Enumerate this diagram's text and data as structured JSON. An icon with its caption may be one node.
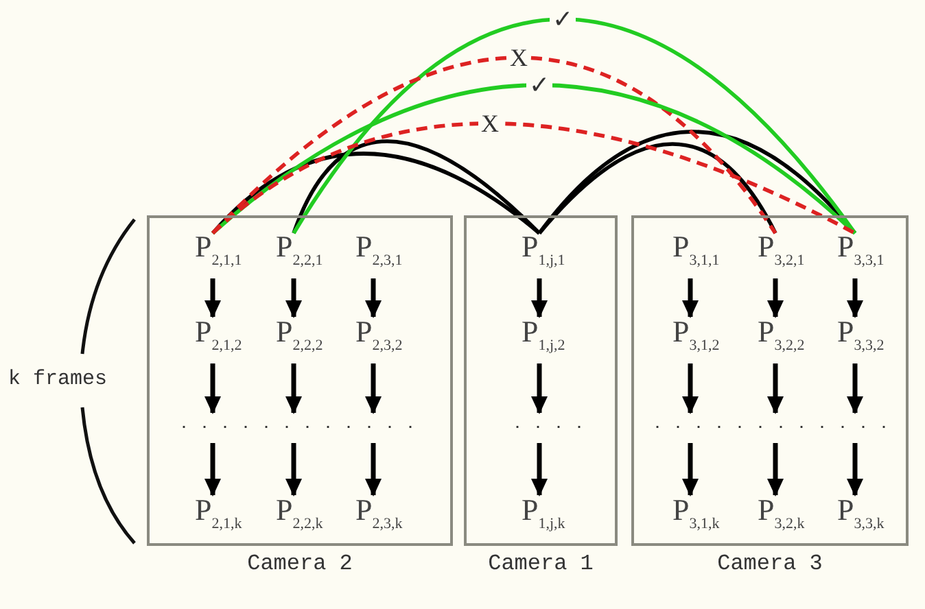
{
  "diagram": {
    "nodes": [
      {
        "text": [
          "Camera 2"
        ]
      },
      {
        "text": [
          "P$_{2,1,1}$"
        ],
        "in": 0
      },
      {
        "text": [
          "P$_{2,2,1}$"
        ],
        "in": 0
      },
      {
        "text": [
          "P$_{2,3,1}$"
        ],
        "in": 0
      },
      {
        "text": [
          "P$_{2,1,2}$"
        ],
        "in": 0
      },
      {
        "text": [
          "P$_{2,2,2}$"
        ],
        "in": 0
      },
      {
        "text": [
          "P$_{2,3,2}$"
        ],
        "in": 0
      },
      {
        "text": [
          ". . . . . . . . . . . ."
        ],
        "in": 0
      },
      {
        "text": [
          "P$_{2,1,k}$"
        ],
        "in": 0
      },
      {
        "text": [
          "P$_{2,2,k}$"
        ],
        "in": 0
      },
      {
        "text": [
          "P$_{2,3,k}$"
        ],
        "in": 0
      },
      {
        "text": [
          "Camera 1"
        ]
      },
      {
        "text": [
          "P$_{1,j,1}$"
        ],
        "in": 11
      },
      {
        "text": [
          "P$_{1,j,2}$"
        ],
        "in": 11
      },
      {
        "text": [
          ". . . ."
        ],
        "in": 11
      },
      {
        "text": [
          "P$_{1,j,k}$"
        ],
        "in": 11
      },
      {
        "text": [
          "Camera 3"
        ]
      },
      {
        "text": [
          "P$_{3,1,1}$"
        ],
        "in": 16
      },
      {
        "text": [
          "P$_{3,2,1}$"
        ],
        "in": 16
      },
      {
        "text": [
          "P$_{3,3,1}$"
        ],
        "in": 16
      },
      {
        "text": [
          "P$_{3,1,2}$"
        ],
        "in": 16
      },
      {
        "text": [
          "P$_{3,2,2}$"
        ],
        "in": 16
      },
      {
        "text": [
          "P$_{3,3,2}$"
        ],
        "in": 16
      },
      {
        "text": [
          ". . . . . . . . . . . ."
        ],
        "in": 16
      },
      {
        "text": [
          "P$_{3,1,k}$"
        ],
        "in": 16
      },
      {
        "text": [
          "P$_{3,2,k}$"
        ],
        "in": 16
      },
      {
        "text": [
          "P$_{3,3,k}$"
        ],
        "in": 16
      }
    ],
    "edges": [
      {
        "from": 1,
        "to": 4,
        "arrow": "to"
      },
      {
        "from": 4,
        "to": 7,
        "arrow": "to"
      },
      {
        "from": 7,
        "to": 8,
        "arrow": "to"
      },
      {
        "from": 2,
        "to": 5,
        "arrow": "to"
      },
      {
        "from": 5,
        "to": 7,
        "arrow": "to"
      },
      {
        "from": 7,
        "to": 9,
        "arrow": "to"
      },
      {
        "from": 3,
        "to": 6,
        "arrow": "to"
      },
      {
        "from": 6,
        "to": 7,
        "arrow": "to"
      },
      {
        "from": 7,
        "to": 10,
        "arrow": "to"
      },
      {
        "from": 12,
        "to": 13,
        "arrow": "to"
      },
      {
        "from": 13,
        "to": 14,
        "arrow": "to"
      },
      {
        "from": 14,
        "to": 15,
        "arrow": "to"
      },
      {
        "from": 17,
        "to": 20,
        "arrow": "to"
      },
      {
        "from": 20,
        "to": 23,
        "arrow": "to"
      },
      {
        "from": 23,
        "to": 24,
        "arrow": "to"
      },
      {
        "from": 18,
        "to": 21,
        "arrow": "to"
      },
      {
        "from": 21,
        "to": 23,
        "arrow": "to"
      },
      {
        "from": 23,
        "to": 25,
        "arrow": "to"
      },
      {
        "from": 19,
        "to": 22,
        "arrow": "to"
      },
      {
        "from": 22,
        "to": 23,
        "arrow": "to"
      },
      {
        "from": 23,
        "to": 26,
        "arrow": "to"
      },
      {
        "from": 1,
        "to": 12,
        "arrow": "none"
      },
      {
        "from": 2,
        "to": 12,
        "arrow": "none"
      },
      {
        "from": 12,
        "to": 18,
        "arrow": "none"
      },
      {
        "from": 12,
        "to": 19,
        "arrow": "none"
      },
      {
        "from": 2,
        "to": 19,
        "arrow": "none",
        "label": "✓",
        "color": "#22cc22"
      },
      {
        "from": 1,
        "to": 18,
        "arrow": "none",
        "label": "X",
        "style": "dashed",
        "color": "#dd2222"
      },
      {
        "from": 1,
        "to": 19,
        "arrow": "none",
        "label": "✓",
        "color": "#22cc22"
      },
      {
        "from": 1,
        "to": 19,
        "arrow": "none",
        "label": "X",
        "style": "dashed",
        "color": "#dd2222"
      }
    ],
    "labels": [
      "k frames"
    ]
  }
}
